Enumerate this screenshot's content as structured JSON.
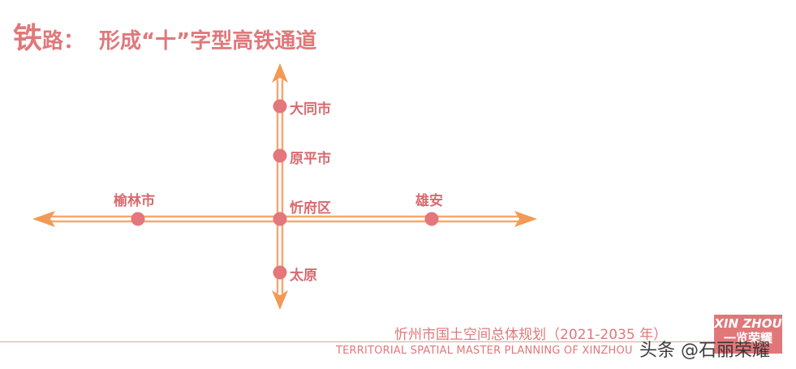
{
  "header": {
    "title_char": "铁",
    "title_rest": "路：",
    "subtitle": "形成“十”字型高铁通道"
  },
  "cities": {
    "datong": "大同市",
    "yuanping": "原平市",
    "xinfu": "忻府区",
    "yulin": "榆林市",
    "xiongan": "雄安",
    "taiyuan": "太原"
  },
  "colors": {
    "line": "#f2a872",
    "arrow": "#f29a55",
    "node": "#e3777b",
    "text": "#d86a6e"
  },
  "footer": {
    "plan_title_cn": "忻州市国土空间总体规划（2021-2035 年）",
    "plan_title_en": "TERRITORIAL SPATIAL MASTER PLANNING OF XINZHOU",
    "badge_line1": "XIN ZHOU",
    "badge_line2": "一览荣耀",
    "watermark": "头条 @石丽荣耀"
  }
}
